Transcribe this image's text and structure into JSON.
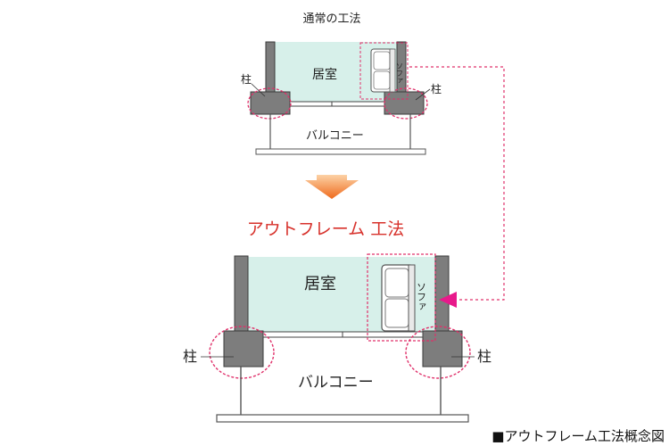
{
  "top": {
    "heading": "通常の工法",
    "room_label": "居室",
    "sofa_label": "ソファ",
    "pillar_label_left": "柱",
    "pillar_label_right": "柱",
    "balcony_label": "バルコニー"
  },
  "transition": {
    "heading": "アウトフレーム 工法"
  },
  "bottom": {
    "room_label": "居室",
    "sofa_label": "ソファ",
    "pillar_label_left": "柱",
    "pillar_label_right": "柱",
    "balcony_label": "バルコニー"
  },
  "caption": "■アウトフレーム工法概念図",
  "colors": {
    "room_fill": "#d7f0ea",
    "wall_fill": "#7d7d7d",
    "wall_stroke": "#3a3a3a",
    "highlight_dash": "#e0306a",
    "arrow_magenta": "#e8198b",
    "orange_arrow": "#f07a26",
    "title_red": "#d7312b"
  },
  "icons": {
    "sofa": "sofa-icon",
    "down_arrow": "down-arrow-icon",
    "pointer_arrow": "magenta-arrow-icon"
  }
}
